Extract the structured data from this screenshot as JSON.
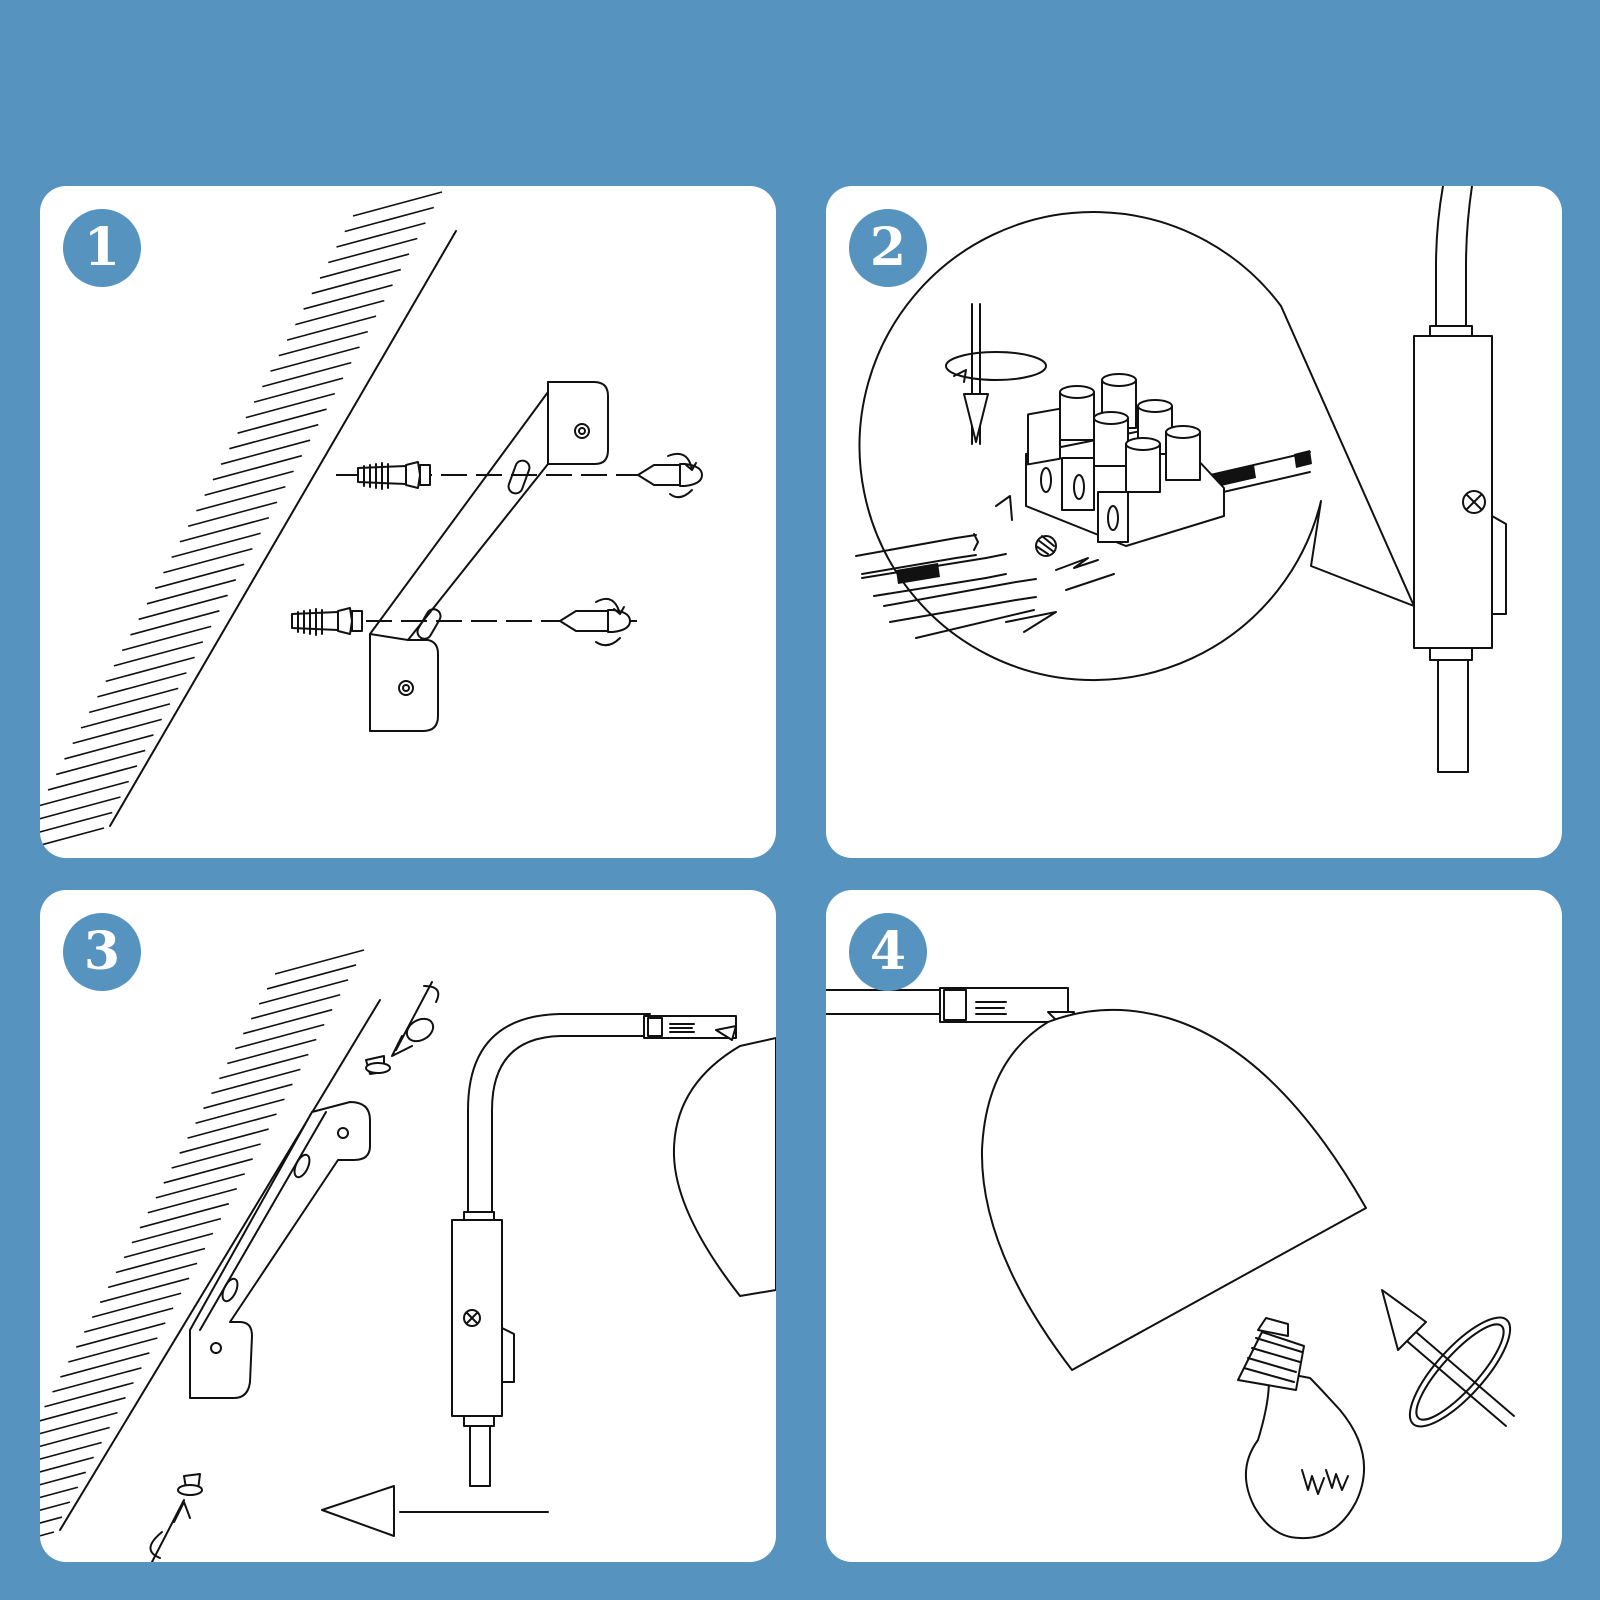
{
  "colors": {
    "background": "#5793bf",
    "panel": "#ffffff",
    "badge": "#5793bf",
    "line": "#111111"
  },
  "steps": [
    {
      "number": "1",
      "content": [
        "wall-hatch",
        "mounting-bracket",
        "wall-anchors",
        "screws"
      ]
    },
    {
      "number": "2",
      "content": [
        "terminal-block",
        "wires",
        "screwdriver-rotation",
        "lamp-body-detail"
      ]
    },
    {
      "number": "3",
      "content": [
        "wall-hatch",
        "bracket",
        "screws",
        "lamp-arm",
        "switch",
        "push-arrow"
      ]
    },
    {
      "number": "4",
      "content": [
        "lamp-shade",
        "light-bulb",
        "rotation-arrow"
      ]
    }
  ]
}
